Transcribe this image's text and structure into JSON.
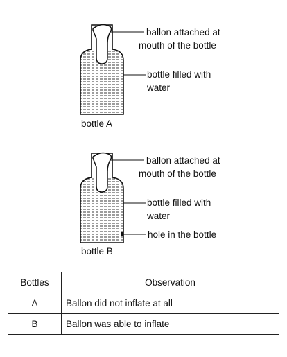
{
  "bottle_a": {
    "name": "bottle A",
    "label_balloon_line1": "ballon attached at",
    "label_balloon_line2": "mouth of the bottle",
    "label_water_line1": "bottle filled with",
    "label_water_line2": "water"
  },
  "bottle_b": {
    "name": "bottle B",
    "label_balloon_line1": "ballon attached at",
    "label_balloon_line2": "mouth of the bottle",
    "label_water_line1": "bottle filled with",
    "label_water_line2": "water",
    "label_hole": "hole in the bottle"
  },
  "table": {
    "headers": [
      "Bottles",
      "Observation"
    ],
    "rows": [
      {
        "bottle": "A",
        "observation": "Ballon did not inflate at all"
      },
      {
        "bottle": "B",
        "observation": "Ballon was able to inflate"
      }
    ]
  },
  "colors": {
    "ink": "#111111",
    "background": "#ffffff"
  }
}
